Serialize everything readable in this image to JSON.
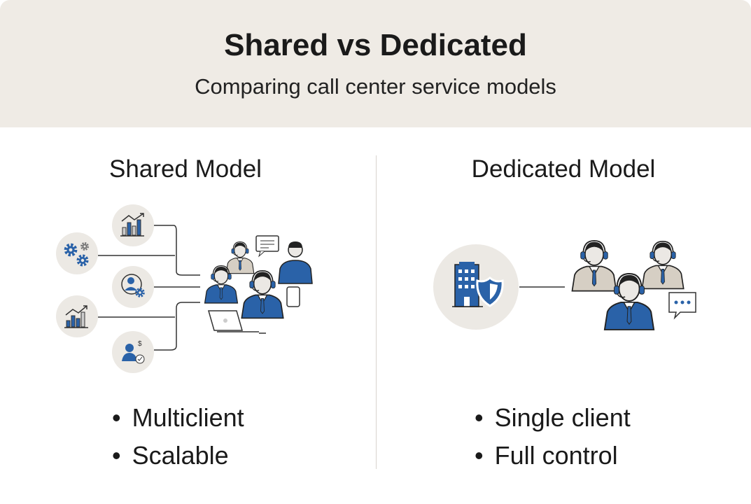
{
  "header": {
    "title": "Shared vs Dedicated",
    "subtitle": "Comparing call center service models"
  },
  "shared": {
    "title": "Shared Model",
    "bullets": [
      "Multiclient",
      "Scalable"
    ],
    "icons": [
      "growth-chart-icon",
      "gears-icon",
      "user-settings-icon",
      "bar-chart-icon",
      "user-billing-icon"
    ]
  },
  "dedicated": {
    "title": "Dedicated Model",
    "bullets": [
      "Single client",
      "Full control"
    ],
    "icons": [
      "building-shield-icon",
      "agents-team-icon"
    ]
  },
  "colors": {
    "blue": "#2a62a8",
    "beige": "#d6cfc4",
    "circle": "#ece9e4",
    "header": "#efebe5"
  }
}
